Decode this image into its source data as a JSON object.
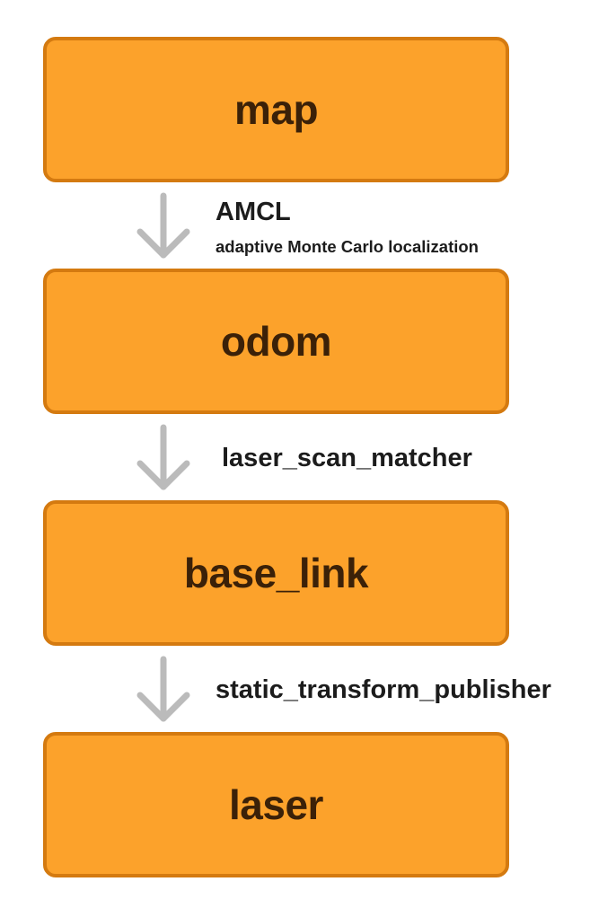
{
  "colors": {
    "box_fill": "#fca22b",
    "box_border": "#d47a10",
    "box_text": "#3b2108",
    "arrow": "#bbbbbb",
    "edge_text": "#1c1c1c"
  },
  "frames": [
    {
      "label": "map"
    },
    {
      "label": "odom"
    },
    {
      "label": "base_link"
    },
    {
      "label": "laser"
    }
  ],
  "edges": [
    {
      "icon": "arrow-down-icon",
      "title": "AMCL",
      "subtitle": "adaptive Monte Carlo localization"
    },
    {
      "icon": "arrow-down-icon",
      "title": "laser_scan_matcher"
    },
    {
      "icon": "arrow-down-icon",
      "title": "static_transform_publisher"
    }
  ]
}
